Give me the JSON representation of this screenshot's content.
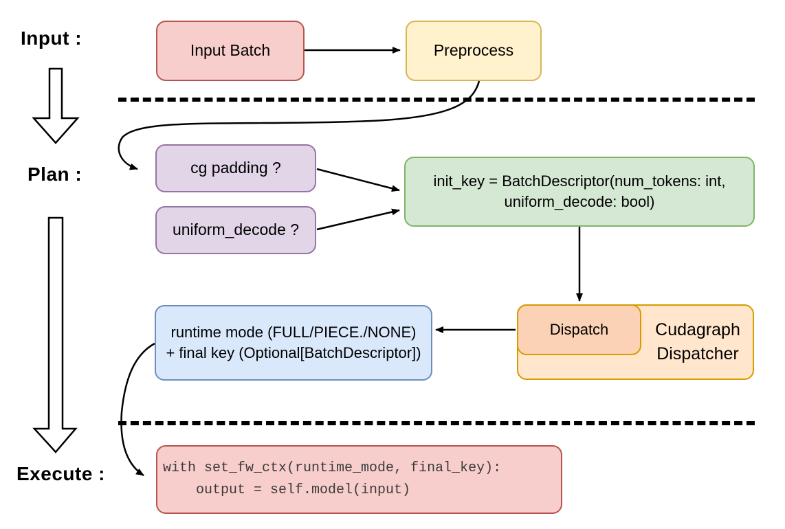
{
  "diagram": {
    "phases": {
      "input_label": "Input :",
      "plan_label": "Plan :",
      "execute_label": "Execute :"
    },
    "nodes": {
      "input_batch": {
        "label": "Input Batch",
        "fill": "#f8cecc",
        "stroke": "#b85450"
      },
      "preprocess": {
        "label": "Preprocess",
        "fill": "#fff2cc",
        "stroke": "#d6b656"
      },
      "cg_padding": {
        "label": "cg padding ?",
        "fill": "#e1d5e7",
        "stroke": "#9673a6"
      },
      "uniform_decode": {
        "label": "uniform_decode ?",
        "fill": "#e1d5e7",
        "stroke": "#9673a6"
      },
      "init_key": {
        "line1": "init_key = BatchDescriptor(num_tokens: int,",
        "line2": "uniform_decode: bool)",
        "fill": "#d5e8d4",
        "stroke": "#82b366"
      },
      "dispatch": {
        "label": "Dispatch",
        "fill": "#fbd2b5",
        "stroke": "#d79b00"
      },
      "cudagraph_dispatcher": {
        "line1": "Cudagraph",
        "line2": "Dispatcher",
        "fill": "#ffe6cc",
        "stroke": "#d79b00"
      },
      "runtime_mode": {
        "line1": "runtime mode (FULL/PIECE./NONE)",
        "line2": "+ final key (Optional[BatchDescriptor])",
        "fill": "#dae8fc",
        "stroke": "#6c8ebf"
      },
      "execute_code": {
        "line1": "with set_fw_ctx(runtime_mode, final_key):",
        "line2": "    output = self.model(input)",
        "fill": "#f8cecc",
        "stroke": "#b85450"
      }
    },
    "connector_color": "#000000"
  }
}
